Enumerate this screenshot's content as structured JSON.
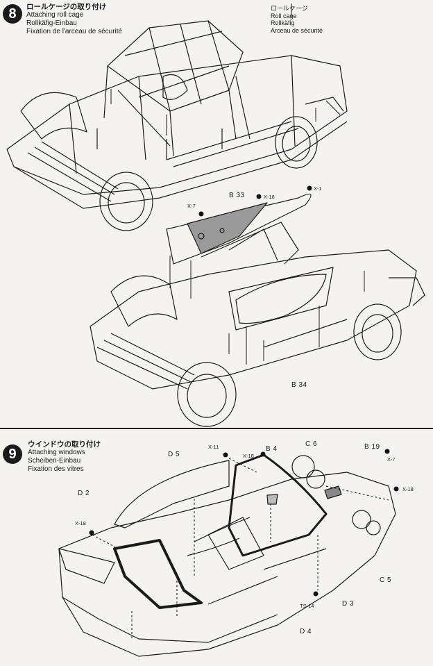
{
  "step8": {
    "number": "8",
    "title_jp": "ロールケージの取り付け",
    "title_en": "Attaching roll cage",
    "title_de": "Rollkäfig-Einbau",
    "title_fr": "Fixation de l'arceau de sécurité",
    "callout": {
      "jp": "ロールケージ",
      "en": "Roll cage",
      "de": "Rollkäfig",
      "fr": "Arceau de sécurité"
    },
    "parts": {
      "b33": "B 33",
      "b34": "B 34",
      "x7": "X-7",
      "x18": "X-18",
      "x1": "X-1"
    }
  },
  "step9": {
    "number": "9",
    "title_jp": "ウインドウの取り付け",
    "title_en": "Attaching windows",
    "title_de": "Scheiben-Einbau",
    "title_fr": "Fixation des vitres",
    "parts": {
      "d5": "D 5",
      "d2": "D 2",
      "d3": "D 3",
      "d4": "D 4",
      "b4": "B 4",
      "b19": "B 19",
      "c6": "C 6",
      "c5": "C 5",
      "x11": "X-11",
      "x18a": "X-18",
      "x18b": "X-18",
      "x18c": "X-18",
      "x7": "X-7",
      "ts14": "TS-14"
    }
  }
}
